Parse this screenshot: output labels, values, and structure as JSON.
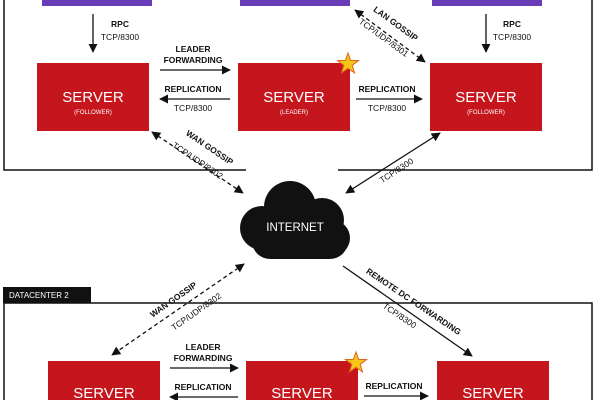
{
  "colors": {
    "server": "#c4161c",
    "client": "#6a3db8",
    "cloud": "#111111",
    "dc_header": "#111111",
    "star_fill": "#f5c518",
    "star_stroke": "#e2611a"
  },
  "labels": {
    "server": "SERVER",
    "follower": "(FOLLOWER)",
    "leader": "(LEADER)",
    "internet": "INTERNET",
    "datacenter2": "DATACENTER 2",
    "rpc": "RPC",
    "tcp8300": "TCP/8300",
    "leader_forwarding_1": "LEADER",
    "leader_forwarding_2": "FORWARDING",
    "replication": "REPLICATION",
    "lan_gossip": "LAN GOSSIP",
    "tcp_udp_8301": "TCP/UDP/8301",
    "wan_gossip": "WAN GOSSIP",
    "tcp_udp_8302": "TCP/UDP/8302",
    "remote_dc_forwarding": "REMOTE DC FORWARDING"
  }
}
